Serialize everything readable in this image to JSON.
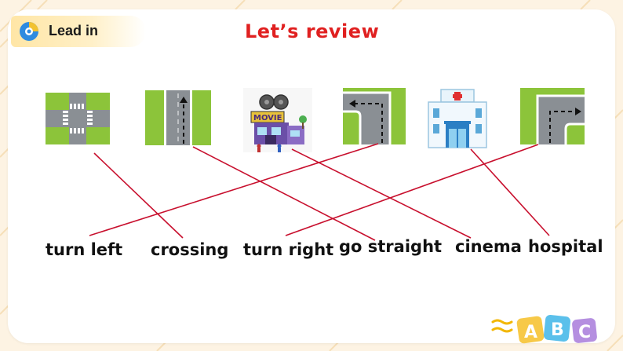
{
  "header": {
    "tag_label": "Lead in",
    "title": "Let’s review"
  },
  "pictures": [
    {
      "id": "crossing",
      "icon": "crossroad-icon"
    },
    {
      "id": "go-straight",
      "icon": "straight-road-icon"
    },
    {
      "id": "cinema",
      "icon": "movie-theater-icon"
    },
    {
      "id": "turn-left",
      "icon": "left-turn-road-icon"
    },
    {
      "id": "hospital",
      "icon": "hospital-icon"
    },
    {
      "id": "turn-right",
      "icon": "right-turn-road-icon"
    }
  ],
  "words": [
    "turn left",
    "crossing",
    "turn right",
    "go straight",
    "cinema",
    "hospital"
  ],
  "matches": [
    {
      "picture": "crossing",
      "word": "crossing"
    },
    {
      "picture": "go-straight",
      "word": "go straight"
    },
    {
      "picture": "cinema",
      "word": "cinema"
    },
    {
      "picture": "turn-left",
      "word": "turn left"
    },
    {
      "picture": "hospital",
      "word": "hospital"
    },
    {
      "picture": "turn-right",
      "word": "turn right"
    }
  ],
  "colors": {
    "title": "#e02020",
    "match_line": "#c8102e",
    "grass": "#8cc43a",
    "road": "#8a8f94"
  },
  "decoration": {
    "blocks": [
      "A",
      "B",
      "C"
    ]
  }
}
